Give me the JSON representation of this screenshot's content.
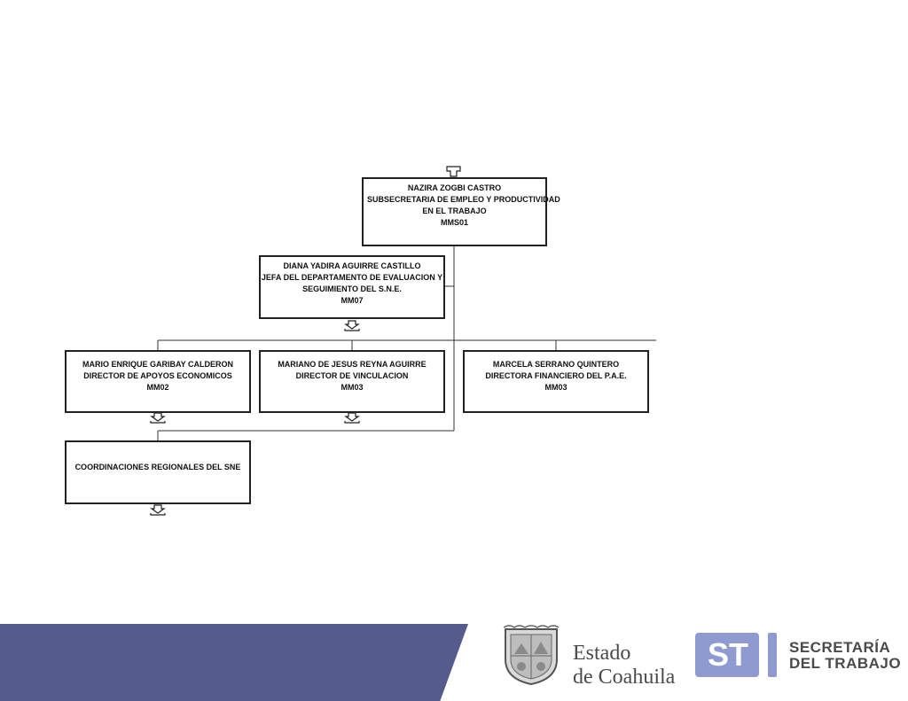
{
  "org_chart": {
    "head": {
      "name": "NAZIRA ZOGBI CASTRO",
      "title_line1": "SUBSECRETARIA DE EMPLEO Y PRODUCTIVIDAD",
      "title_line2": "EN EL TRABAJO",
      "code": "MMS01"
    },
    "staff": {
      "name": "DIANA YADIRA AGUIRRE CASTILLO",
      "title_line1": "JEFA DEL DEPARTAMENTO DE EVALUACION Y",
      "title_line2": "SEGUIMIENTO DEL S.N.E.",
      "code": "MM07"
    },
    "directors": [
      {
        "name": "MARIO ENRIQUE GARIBAY CALDERON",
        "title": "DIRECTOR DE APOYOS ECONOMICOS",
        "code": "MM02"
      },
      {
        "name": "MARIANO DE JESUS REYNA AGUIRRE",
        "title": "DIRECTOR DE VINCULACION",
        "code": "MM03"
      },
      {
        "name": "MARCELA SERRANO QUINTERO",
        "title": "DIRECTORA FINANCIERO DEL P.A.E.",
        "code": "MM03"
      }
    ],
    "regional": {
      "label": "COORDINACIONES REGIONALES DEL SNE"
    }
  },
  "footer": {
    "band_color": "#555b8c",
    "state_logo": {
      "line1": "Estado",
      "line2": "de Coahuila"
    },
    "st_logo": {
      "mark": "ST",
      "line1": "SECRETARÍA",
      "line2": "DEL TRABAJO",
      "color": "#8f9bd0"
    }
  }
}
